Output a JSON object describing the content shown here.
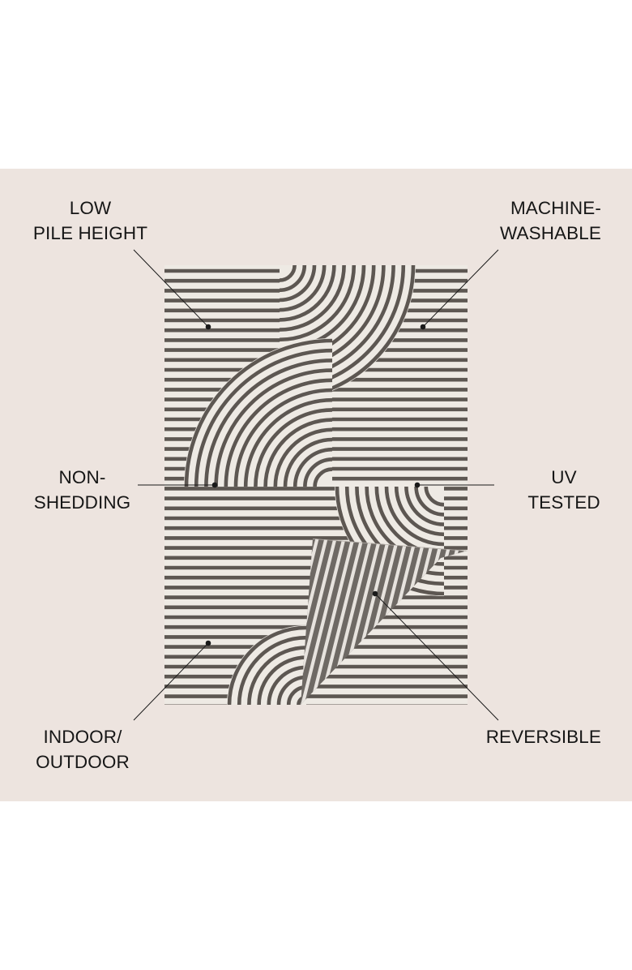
{
  "image_alt": "Reversible indoor/outdoor rug features",
  "colors": {
    "panel_background": "#ede4df",
    "rug_base": "#eeeae4",
    "rug_stripe": "#5d5752",
    "reverse_base": "#6e6964",
    "reverse_stripe": "#e7e3de",
    "callout_line": "#1a1a1a"
  },
  "features": {
    "low_pile": {
      "line1": "LOW",
      "line2": "PILE HEIGHT"
    },
    "machine_washable": {
      "line1": "MACHINE-",
      "line2": "WASHABLE"
    },
    "non_shedding": {
      "line1": "NON-",
      "line2": "SHEDDING"
    },
    "uv_tested": {
      "line1": "UV",
      "line2": "TESTED"
    },
    "indoor_outdoor": {
      "line1": "INDOOR/",
      "line2": "OUTDOOR"
    },
    "reversible": {
      "line1": "REVERSIBLE"
    }
  }
}
